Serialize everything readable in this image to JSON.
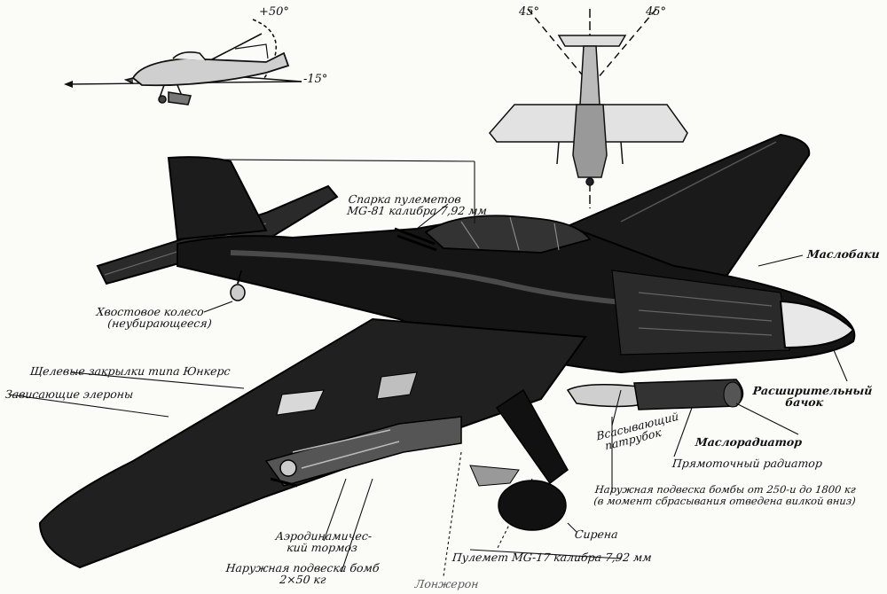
{
  "angles": {
    "side_up": "+50°",
    "side_down": "-15°",
    "top_left": "45°",
    "top_right": "45°"
  },
  "labels": {
    "guns_pair": "Спарка пулеметов",
    "guns_pair_caliber": "MG-81 калибра 7,92 мм",
    "oil_tanks": "Маслобаки",
    "tail_wheel": "Хвостовое колесо",
    "tail_wheel_note": "(неубирающееся)",
    "slotted_flaps": "Щелевые закрылки типа Юнкерс",
    "hanging_ailerons": "Зависающие элероны",
    "expansion_tank_1": "Расширительный",
    "expansion_tank_2": "бачок",
    "intake_1": "Всасывающий",
    "intake_2": "патрубок",
    "oil_radiator": "Маслорадиатор",
    "coolant_radiator": "Прямоточный радиатор",
    "bomb_external_1": "Наружная подвеска бомбы от 250-и до 1800 кг",
    "bomb_external_2": "(в момент сбрасывания отведена вилкой вниз)",
    "siren": "Сирена",
    "air_brake_1": "Аэродинамичес-",
    "air_brake_2": "кий тормоз",
    "gun_mg17": "Пулемет MG-17 калибра 7,92 мм",
    "bomb_wing_1": "Наружная подвеска бомб",
    "bomb_wing_2": "2×50 кг",
    "bottom_partial": "Лонжерон"
  },
  "colors": {
    "ink": "#111111",
    "paper": "#fbfbf8",
    "shade": "#2a2a2a"
  }
}
